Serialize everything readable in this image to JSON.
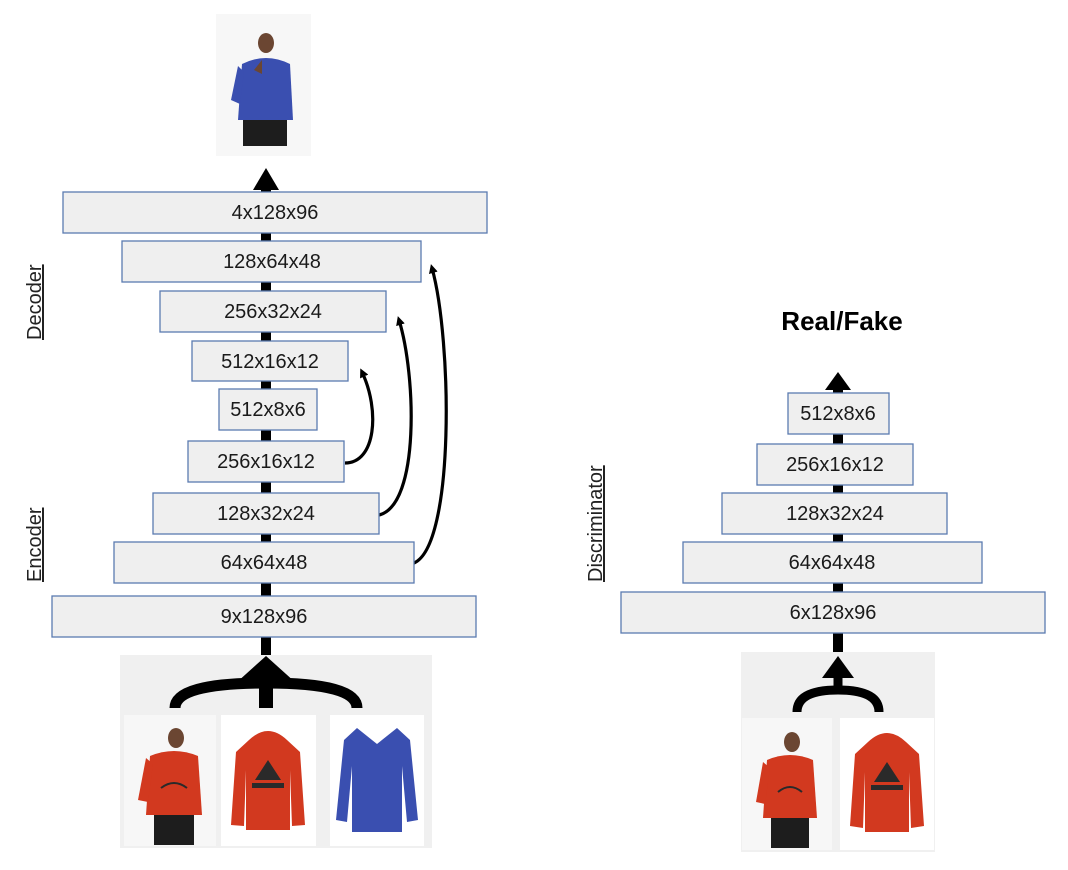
{
  "generator": {
    "decoder_label": "Decoder",
    "encoder_label": "Encoder",
    "layers": {
      "l_4x128x96": "4x128x96",
      "l_128x64x48": "128x64x48",
      "l_256x32x24": "256x32x24",
      "l_512x16x12": "512x16x12",
      "l_512x8x6": "512x8x6",
      "l_256x16x12": "256x16x12",
      "l_128x32x24": "128x32x24",
      "l_64x64x48": "64x64x48",
      "l_9x128x96": "9x128x96"
    },
    "inputs": [
      "person-red-hoodie-photo",
      "red-hoodie-product-photo",
      "blue-sweater-product-photo"
    ],
    "output": "person-blue-sweater-photo"
  },
  "discriminator": {
    "label": "Discriminator",
    "output_label": "Real/Fake",
    "layers": {
      "d_512x8x6": "512x8x6",
      "d_256x16x12": "256x16x12",
      "d_128x32x24": "128x32x24",
      "d_64x64x48": "64x64x48",
      "d_6x128x96": "6x128x96"
    },
    "inputs": [
      "person-red-hoodie-photo",
      "red-hoodie-product-photo"
    ]
  },
  "colors": {
    "layer_fill": "#efefef",
    "layer_border": "#5b7bb0",
    "hoodie_red": "#d2391f",
    "sweater_blue": "#3a4fb0",
    "arrow": "#000000"
  }
}
